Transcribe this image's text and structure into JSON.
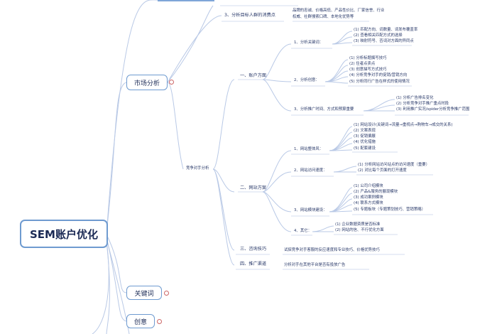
{
  "root": {
    "label": "SEM账户优化"
  },
  "branches": {
    "market": "市场分析",
    "keywords": "关键词",
    "creative": "创意"
  },
  "top_items": {
    "i3": "3、分析目标人群的消费点",
    "i3_desc_1": "品牌的忠诚、价格高低、产品性价比、厂家信誉、行业",
    "i3_desc_2": "权威、社群搜索口碑、本地化优势等"
  },
  "competitor": {
    "label": "竞争对手分析",
    "account": {
      "label": "一、账户方面",
      "a1": {
        "label": "1、分析关键词：",
        "items": [
          "(1) 匹配方向、词数量、词发布覆盖率",
          "(2) 查看相关匹配方式的选择",
          "(3) 映射符号、否词对方面的异同点"
        ]
      },
      "a2": {
        "label": "2、分析创意：",
        "items": [
          "(1) 分析标题撰写技巧",
          "(2) 住者点卖点",
          "(3) 创意描写方式技巧",
          "(4) 分析竞争对手的促销/营销方向",
          "(5) 分析同行广告在样式的使用情况"
        ]
      },
      "a3": {
        "label": "3、分析推广时间、方式和预算重要",
        "items": [
          "(1) 分析广告排名变化",
          "(2) 分析竞争对手推广重点时段",
          "(3) 利用推广实况/spider分析竞争推广范围"
        ]
      }
    },
    "website": {
      "label": "二、网站方案",
      "w1": {
        "label": "1、网站整体风：",
        "items": [
          "(1) 网站设计(关键词→流量→重视点→购物车→成交的关系)",
          "(2) 文案表现",
          "(3) 促销偏展",
          "(4) 优化措施",
          "(5) 配套建设"
        ]
      },
      "w2": {
        "label": "2、网站访问速度：",
        "items": [
          "(1) 分析网站访问站点的访问速度（重要）",
          "(2) 对比每个页面的打开速度"
        ]
      },
      "w3": {
        "label": "3、网站模块建设：",
        "items": [
          "(1) 公司介绍模块",
          "(2) 产品&服务的展现模块",
          "(3) 成功案例模块",
          "(4) 联系方式模块",
          "(5) 专题板块（专题策划技巧、营销策略）"
        ]
      },
      "w4": {
        "label": "4、其它：",
        "items": [
          "(1) 企业数据资质是否标准",
          "(2) 网站的信、不行优化方面"
        ]
      }
    },
    "consult": {
      "label": "三、咨询技巧",
      "desc": "试探竞争对手客服的反应速度和专业技巧、价格优势技巧"
    },
    "channel": {
      "label": "四、推广渠道",
      "desc": "分析对手在其他平台是否有投放广告"
    }
  }
}
